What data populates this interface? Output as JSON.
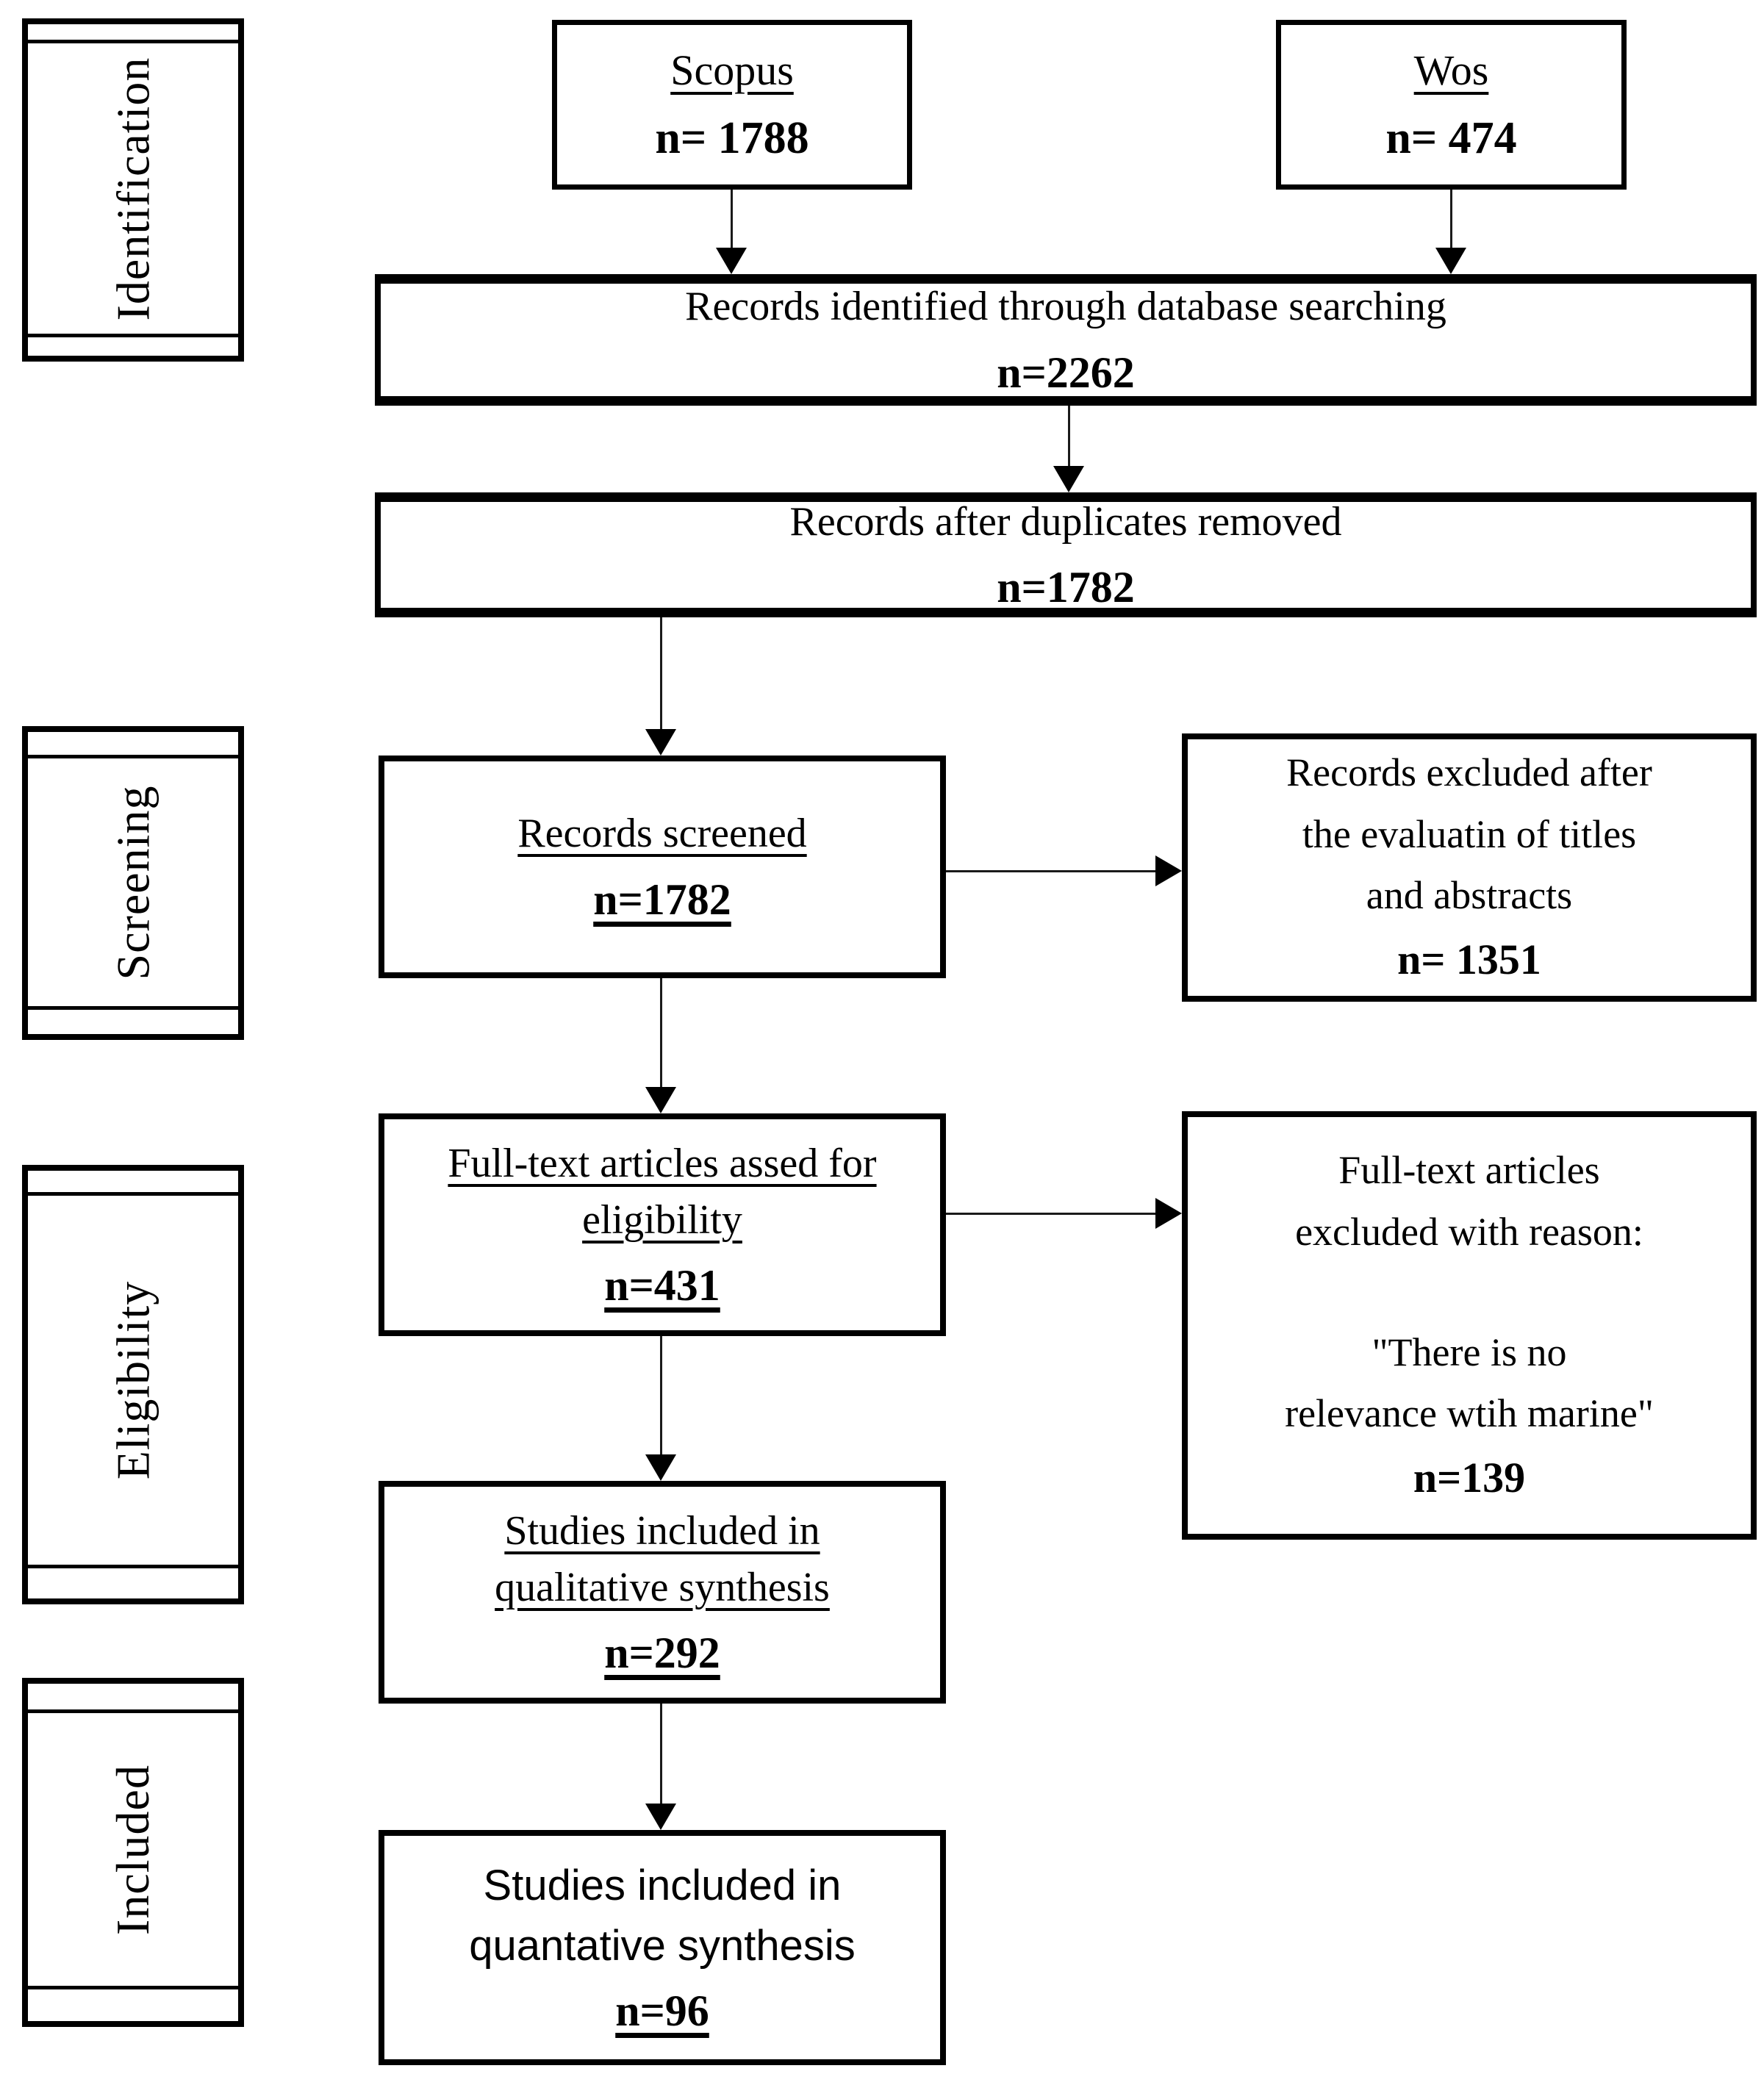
{
  "stages": [
    {
      "label": "Identification"
    },
    {
      "label": "Screening"
    },
    {
      "label": "Eligibility"
    },
    {
      "label": "Included"
    }
  ],
  "sources": [
    {
      "name": "Scopus",
      "count": "n= 1788"
    },
    {
      "name": "Wos",
      "count": "n= 474"
    }
  ],
  "flow": {
    "identified": {
      "label": "Records identified through database searching",
      "count": "n=2262"
    },
    "deduped": {
      "label": "Records after duplicates removed",
      "count": "n=1782"
    },
    "screened": {
      "label": "Records screened",
      "count": "n=1782"
    },
    "fulltext": {
      "label": "Full-text articles assed for\neligibility",
      "count": "n=431"
    },
    "qualitative": {
      "label": "Studies included in\nqualitative synthesis",
      "count": "n=292"
    },
    "quantitative": {
      "label": "Studies included in\nquantative synthesis",
      "count": "n=96"
    }
  },
  "exclusions": {
    "screening": {
      "label": "Records excluded after\nthe evaluatin of titles\nand abstracts",
      "count": "n= 1351"
    },
    "fulltext": {
      "heading": "Full-text articles\nexcluded with reason:",
      "reason": "\"There is no\nrelevance wtih marine\"",
      "count": "n=139"
    }
  },
  "colors": {
    "ink": "#000000",
    "background": "#ffffff"
  }
}
